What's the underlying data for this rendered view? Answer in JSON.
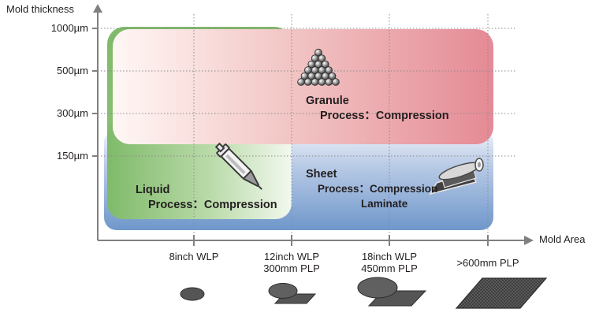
{
  "axes": {
    "y_title": "Mold thickness",
    "x_title": "Mold Area",
    "y_ticks": [
      "1000µm",
      "500µm",
      "300µm",
      "150µm"
    ],
    "x_ticks": [
      {
        "line1": "8inch WLP",
        "line2": ""
      },
      {
        "line1": "12inch WLP",
        "line2": "300mm PLP"
      },
      {
        "line1": "18inch WLP",
        "line2": "450mm PLP"
      },
      {
        "line1": ">600mm PLP",
        "line2": ""
      }
    ]
  },
  "regions": {
    "granule": {
      "name": "Granule",
      "process": "Process：Compression",
      "color": "#e58a95"
    },
    "sheet": {
      "name": "Sheet",
      "process": "Process：Compression",
      "process2": "Laminate",
      "color": "#6f97cb"
    },
    "liquid": {
      "name": "Liquid",
      "process": "Process：Compression",
      "color": "#7fba6a"
    }
  },
  "icons": {
    "granule": "granule-pile-icon",
    "liquid": "syringe-icon",
    "sheet": "sheet-roll-icon",
    "substrates": [
      "wafer-8inch-icon",
      "wafer-12inch-panel-icon",
      "wafer-18inch-panel-icon",
      "panel-600mm-icon"
    ]
  }
}
